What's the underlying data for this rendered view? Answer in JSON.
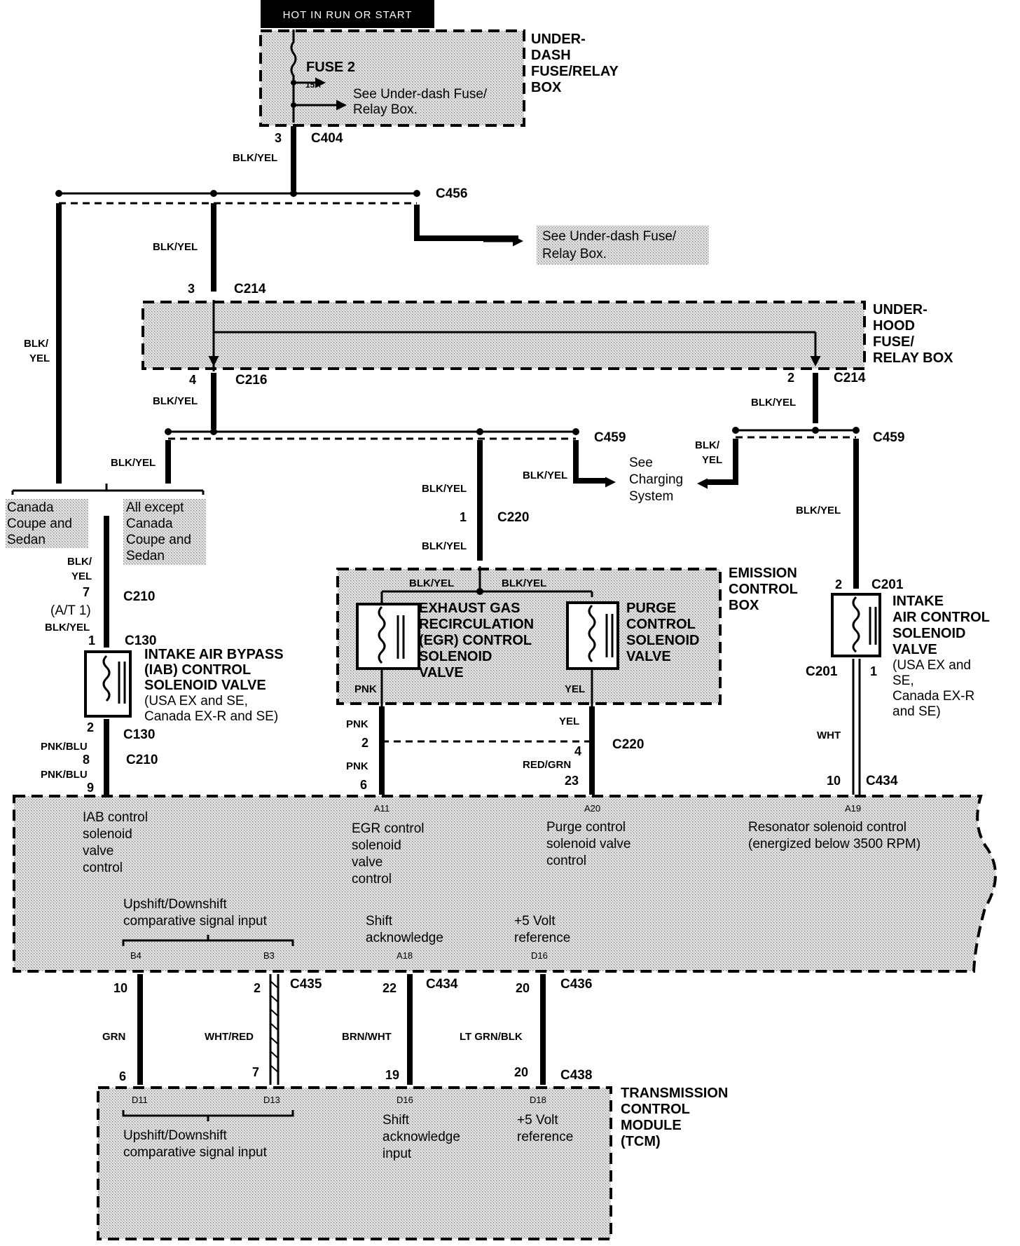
{
  "header": {
    "text": "HOT IN RUN OR START"
  },
  "underdash_box": {
    "title": [
      "UNDER-",
      "DASH",
      "FUSE/RELAY",
      "BOX"
    ],
    "fuse": "FUSE 2",
    "fuse_rating": "15A",
    "note": [
      "See Under-dash Fuse/",
      "Relay Box."
    ]
  },
  "underhood_box": {
    "title": [
      "UNDER-",
      "HOOD",
      "FUSE/",
      "RELAY BOX"
    ]
  },
  "emission_box": {
    "title": [
      "EMISSION",
      "CONTROL",
      "BOX"
    ]
  },
  "tcm_box": {
    "title": [
      "TRANSMISSION",
      "CONTROL",
      "MODULE",
      "(TCM)"
    ]
  },
  "connectors": {
    "c404": "C404",
    "c456": "C456",
    "c214a": "C214",
    "c216": "C216",
    "c214b": "C214",
    "c459a": "C459",
    "c459b": "C459",
    "c220a": "C220",
    "c210a": "C210",
    "c130a": "C130",
    "c201a": "C201",
    "c201b": "C201",
    "c130b": "C130",
    "c210b": "C210",
    "c220b": "C220",
    "c434a": "C434",
    "c435": "C435",
    "c434b": "C434",
    "c436": "C436",
    "c438": "C438"
  },
  "pins": {
    "p404": "3",
    "p214a": "3",
    "p216": "4",
    "p214b": "2",
    "p220a": "1",
    "p210a": "7",
    "p130a": "1",
    "p201a": "2",
    "p201b": "1",
    "p130b": "2",
    "p210b": "8",
    "p_iab_ecm": "9",
    "p_egr_220": "2",
    "p_egr_ecm": "6",
    "p_purge_220": "4",
    "p_purge_ecm": "23",
    "p_res_ecm": "10",
    "p_b4": "10",
    "p_b3": "2",
    "p_a18": "22",
    "p_d16": "20",
    "p_d11": "6",
    "p_d13": "7",
    "p_d16t": "19",
    "p_d18t": "20"
  },
  "wires": {
    "blkyel": "BLK/YEL",
    "blk": "BLK/",
    "yel": "YEL",
    "at1": "(A/T 1)",
    "pnk": "PNK",
    "pnkblu": "PNK/BLU",
    "redgrn": "RED/GRN",
    "wht": "WHT",
    "grn": "GRN",
    "whtred": "WHT/RED",
    "brnwht": "BRN/WHT",
    "ltgrnblk": "LT GRN/BLK"
  },
  "notes": {
    "see_underdash": [
      "See Under-dash Fuse/",
      "Relay Box."
    ],
    "see_charging": [
      "See",
      "Charging",
      "System"
    ],
    "canada": [
      "Canada",
      "Coupe and",
      "Sedan"
    ],
    "all_except": [
      "All except",
      "Canada",
      "Coupe and",
      "Sedan"
    ]
  },
  "components": {
    "iab": [
      "INTAKE AIR BYPASS",
      "(IAB) CONTROL",
      "SOLENOID VALVE"
    ],
    "iab_note": [
      "(USA EX and SE,",
      "Canada EX-R and SE)"
    ],
    "egr": [
      "EXHAUST GAS",
      "RECIRCULATION",
      "(EGR) CONTROL",
      "SOLENOID",
      "VALVE"
    ],
    "purge": [
      "PURGE",
      "CONTROL",
      "SOLENOID",
      "VALVE"
    ],
    "intake": [
      "INTAKE",
      "AIR CONTROL",
      "SOLENOID",
      "VALVE"
    ],
    "intake_note": [
      "(USA EX and",
      "SE,",
      "Canada EX-R",
      "and SE)"
    ]
  },
  "ecm": {
    "a11": "A11",
    "a20": "A20",
    "a19": "A19",
    "b4": "B4",
    "b3": "B3",
    "a18": "A18",
    "d16": "D16",
    "iab": [
      "IAB control",
      "solenoid",
      "valve",
      "control"
    ],
    "egr": [
      "EGR control",
      "solenoid",
      "valve",
      "control"
    ],
    "purge": [
      "Purge control",
      "solenoid valve",
      "control"
    ],
    "res": [
      "Resonator solenoid control",
      "(energized below 3500 RPM)"
    ],
    "updown": [
      "Upshift/Downshift",
      "comparative signal input"
    ],
    "shift": [
      "Shift",
      "acknowledge"
    ],
    "ref": [
      "+5 Volt",
      "reference"
    ]
  },
  "tcm": {
    "d11": "D11",
    "d13": "D13",
    "d16": "D16",
    "d18": "D18",
    "updown": [
      "Upshift/Downshift",
      "comparative signal input"
    ],
    "shift": [
      "Shift",
      "acknowledge",
      "input"
    ],
    "ref": [
      "+5 Volt",
      "reference"
    ]
  }
}
